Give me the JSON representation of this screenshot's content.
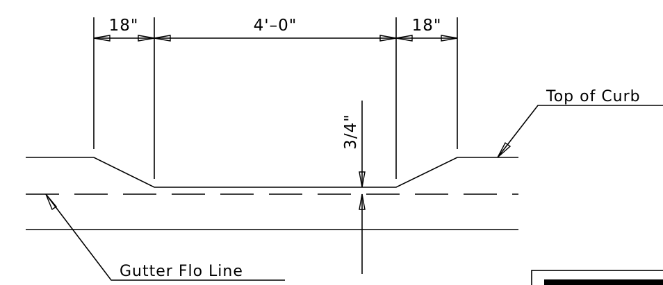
{
  "dimensions": {
    "left_width": "18\"",
    "center_width": "4'–0\"",
    "right_width": "18\"",
    "depth": "3/4\""
  },
  "labels": {
    "top_of_curb": "Top of Curb",
    "gutter_flow_line": "Gutter Flo Line"
  }
}
